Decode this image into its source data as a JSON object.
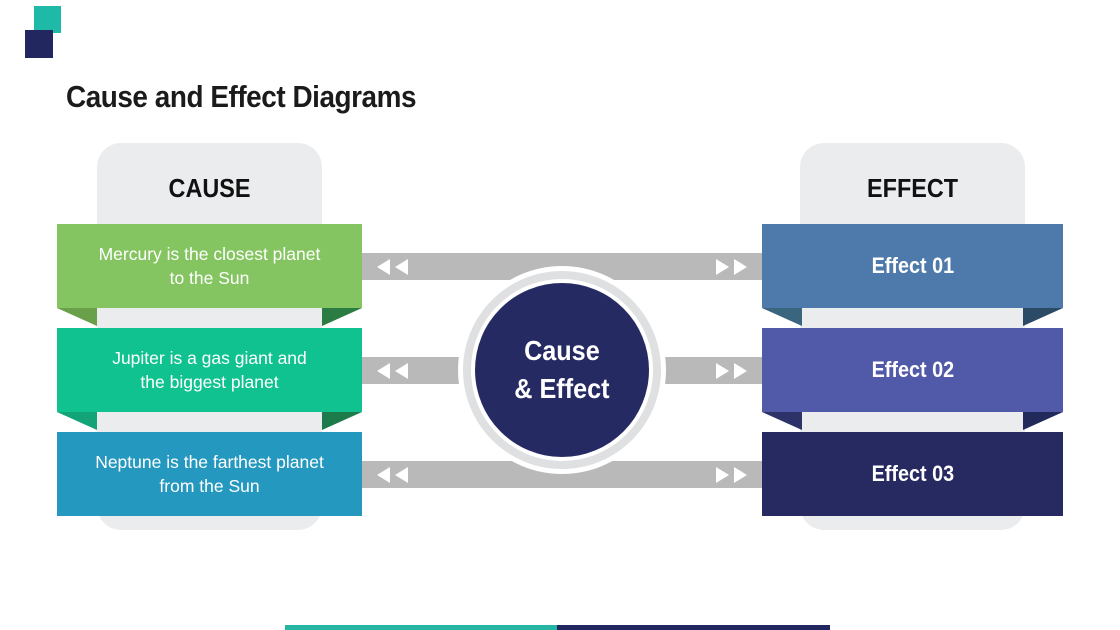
{
  "slide": {
    "title": "Cause and Effect Diagrams"
  },
  "center": {
    "line1": "Cause",
    "line2": "& Effect",
    "circle_color": "#262a63",
    "halo_color": "#dfe0e1"
  },
  "connectors": {
    "bar_color": "#b9b9b9",
    "arrow_color": "#ffffff"
  },
  "cause": {
    "header": "CAUSE",
    "items": [
      {
        "text": "Mercury is the closest planet to the Sun",
        "color": "#85c561",
        "fold_left": "#6ba04b",
        "fold_right": "#2b7c43"
      },
      {
        "text": "Jupiter is a gas giant and the biggest planet",
        "color": "#10c290",
        "fold_left": "#12a377",
        "fold_right": "#1d7b4b"
      },
      {
        "text": "Neptune is the farthest planet from the Sun",
        "color": "#2598bf"
      }
    ]
  },
  "effect": {
    "header": "EFFECT",
    "items": [
      {
        "text": "Effect 01",
        "color": "#4d7aab",
        "fold_left": "#3a657f",
        "fold_right": "#2b4a66"
      },
      {
        "text": "Effect 02",
        "color": "#5159a9",
        "fold_left": "#2d3268",
        "fold_right": "#222a5c"
      },
      {
        "text": "Effect 03",
        "color": "#262a60"
      }
    ]
  },
  "decor": {
    "card_color": "#ebecee",
    "square_teal": "#1fb9a7",
    "square_navy": "#23275f",
    "strip_teal": "#26b5a3",
    "strip_navy": "#23275f"
  }
}
